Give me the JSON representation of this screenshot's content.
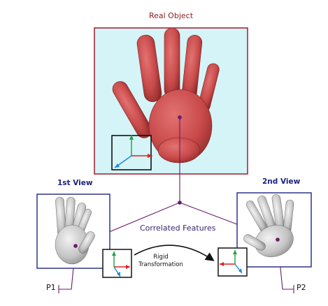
{
  "labels": {
    "real_object": "Real Object",
    "first_view": "1st View",
    "second_view": "2nd View",
    "correlated_features": "Correlated Features",
    "rigid_line1": "Rigid",
    "rigid_line2": "Transformation",
    "p1": "P1",
    "p2": "P2"
  },
  "colors": {
    "real_frame": "#a01c2a",
    "real_background": "#d4f4f8",
    "real_hand": "#c94a4a",
    "view_frame": "#1f2680",
    "scan_hand": "#c4c4c4",
    "connector": "#6a1a6a",
    "axis_x": "#e02020",
    "axis_y": "#20a040",
    "axis_z": "#1a8ad8"
  },
  "icons": [
    "hand-real-object",
    "hand-scan-view1",
    "hand-scan-view2",
    "coordinate-axes-icon",
    "curved-arrow-icon"
  ]
}
